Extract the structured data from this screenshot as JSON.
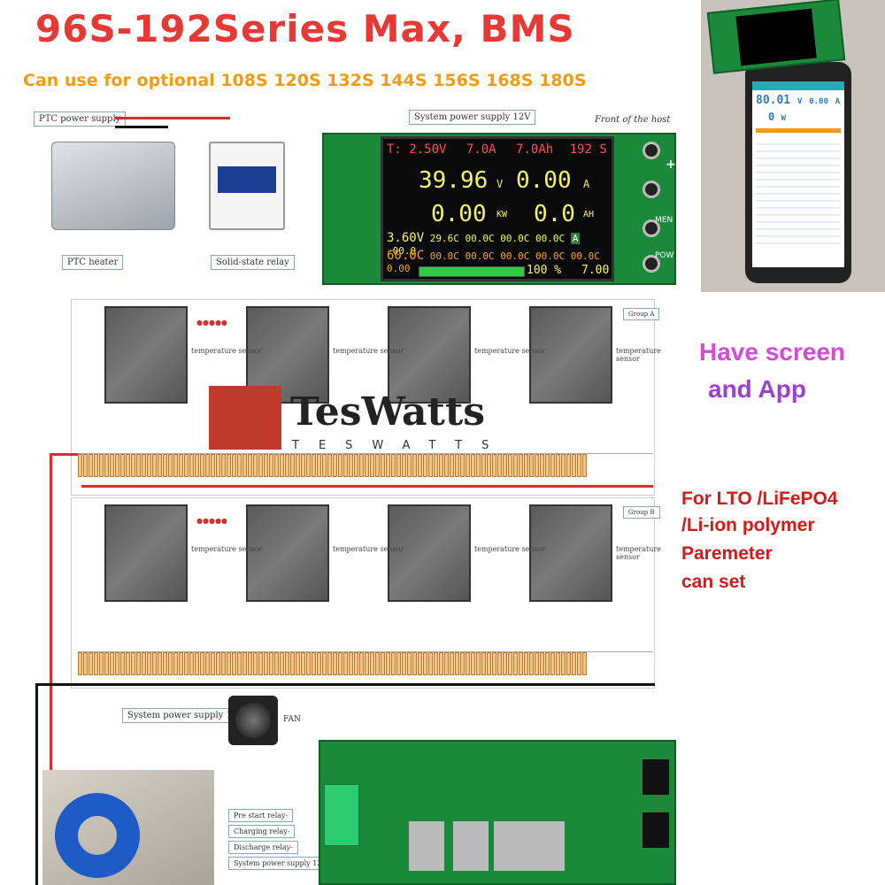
{
  "header": {
    "title": "96S-192Series Max, BMS",
    "subtitle": "Can use for optional 108S 120S 132S 144S 156S 168S 180S"
  },
  "top_diagram": {
    "ptc_supply_label": "PTC power supply",
    "ptc_heater_label": "PTC heater",
    "relay_label": "Solid-state relay",
    "system_power_label": "System power supply 12V",
    "host_label": "Front of the host"
  },
  "lcd": {
    "row1": [
      "T: 2.50V",
      "7.0A",
      "7.0Ah",
      "192 S"
    ],
    "voltage": "39.96",
    "voltage_unit": "V",
    "current": "0.00",
    "current_unit": "A",
    "power": "0.00",
    "power_unit": "KW",
    "capacity": "0.0",
    "capacity_unit": "AH",
    "row4": [
      "3.60V",
      "29.6C",
      "00.0C",
      "00.0C",
      "00.0C",
      "A",
      "-00.0"
    ],
    "row5": [
      "60.0C",
      "00.0C",
      "00.0C",
      "00.0C",
      "00.0C",
      "00.0C",
      "0.00"
    ],
    "soc": "100 %",
    "soc_value": 100,
    "side_value": "7.00"
  },
  "buttons": {
    "plus": "+",
    "men": "MEN",
    "pow": "POW"
  },
  "phone": {
    "voltage_reading": "80.01",
    "power_reading": "0",
    "unit_v": "V",
    "unit_w": "W",
    "unit_a": "A",
    "current_reading": "0.00"
  },
  "features": {
    "screen_line1": "Have screen",
    "screen_line2": "and App",
    "chem_line1": "For LTO /LiFePO4",
    "chem_line2": "/Li-ion polymer",
    "chem_line3": "Paremeter",
    "chem_line4": "can set"
  },
  "modules": {
    "temp_sensor_label": "temperature sensor",
    "group_a": "Group A",
    "group_b": "Group B",
    "dots": "●●●●●"
  },
  "watermark": {
    "brand": "TesWatts",
    "brand_sub": "TESWATTS"
  },
  "bottom_diagram": {
    "system_power_label": "System power supply 12V",
    "fan_label": "FAN",
    "relay_labels": [
      "Pre start relay-",
      "Charging relay-",
      "Discharge relay-",
      "System power supply 12V-"
    ]
  },
  "colors": {
    "title": "#e53935",
    "subtitle": "#f39c12",
    "feature_pink": "#d64bd6",
    "feature_red": "#d61a1a",
    "pcb_green": "#1a8a3a"
  }
}
